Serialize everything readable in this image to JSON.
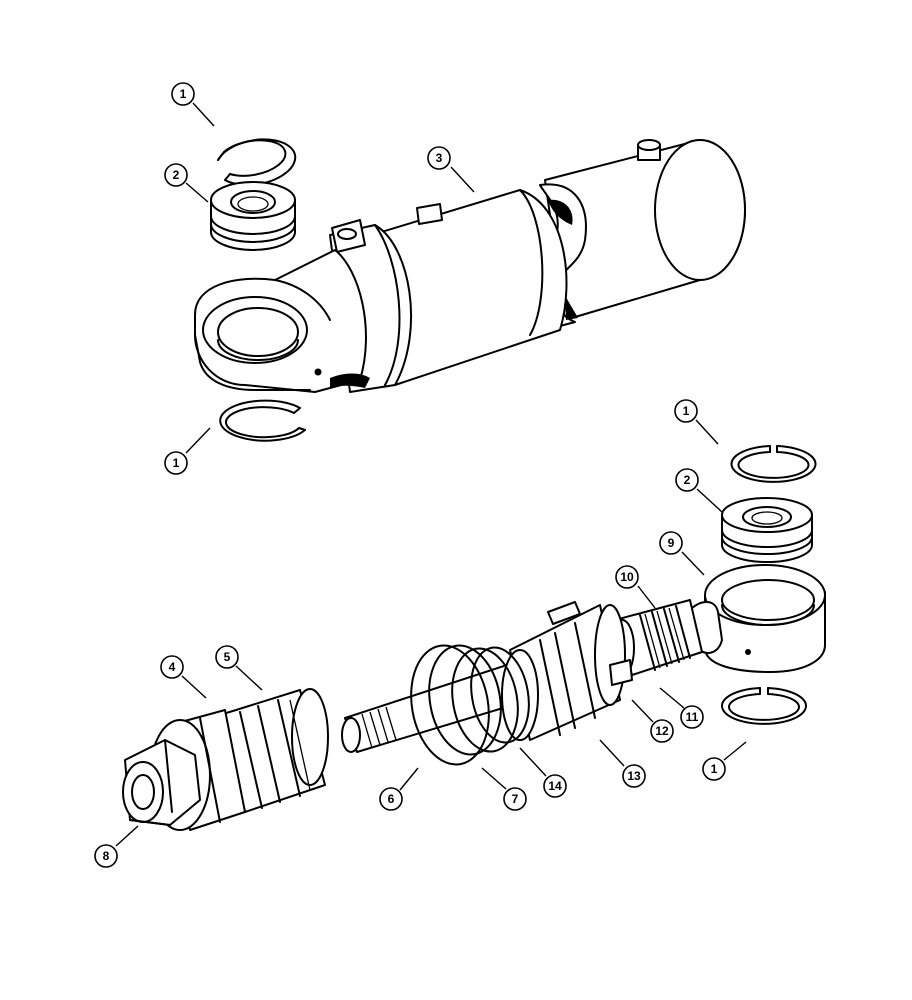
{
  "callouts": {
    "c1a": "1",
    "c2a": "2",
    "c3": "3",
    "c1b": "1",
    "c1c": "1",
    "c2b": "2",
    "c9": "9",
    "c10": "10",
    "c4": "4",
    "c5": "5",
    "c6": "6",
    "c7": "7",
    "c14": "14",
    "c13": "13",
    "c12": "12",
    "c11": "11",
    "c1d": "1",
    "c8": "8"
  }
}
